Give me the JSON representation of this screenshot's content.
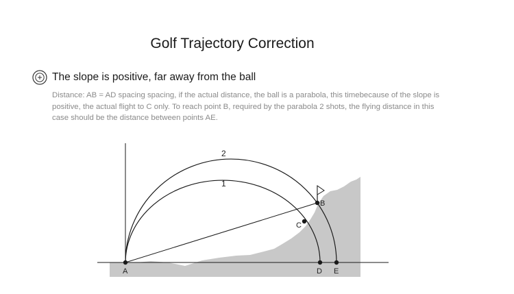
{
  "page": {
    "title": "Golf Trajectory Correction"
  },
  "section": {
    "icon": "plus-circle-icon",
    "heading": "The slope is positive, far away from the ball",
    "description": "Distance: AB = AD spacing spacing, if the actual distance, the ball is a parabola, this timebecause of the slope is positive, the actual flight to C only. To reach point B, required by the parabola 2 shots, the flying distance in this case should be the distance between points AE."
  },
  "diagram": {
    "colors": {
      "terrain": "#c8c8c8",
      "line": "#1a1a1a"
    },
    "trajectories": [
      {
        "label": "1"
      },
      {
        "label": "2"
      }
    ],
    "points": [
      {
        "label": "A"
      },
      {
        "label": "B"
      },
      {
        "label": "C"
      },
      {
        "label": "D"
      },
      {
        "label": "E"
      }
    ],
    "flag_icon": "flag-icon"
  }
}
